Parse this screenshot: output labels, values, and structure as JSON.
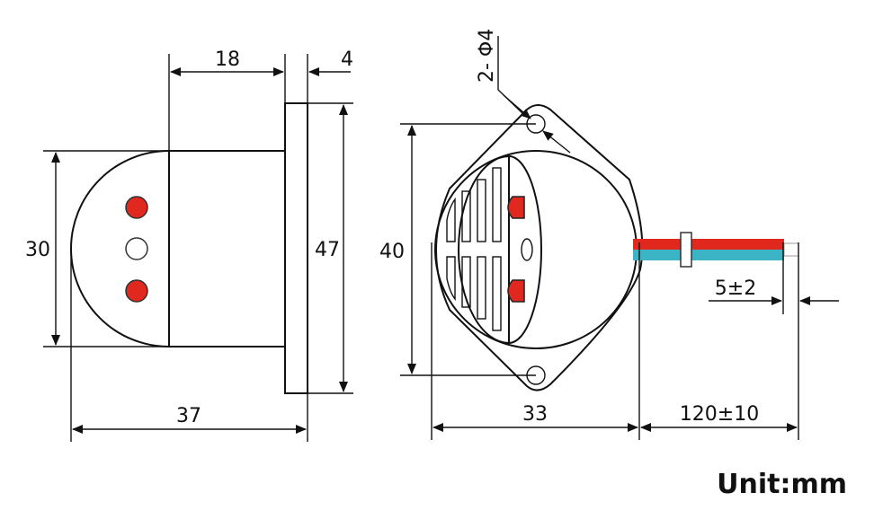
{
  "diagram": {
    "side_view": {
      "dims": {
        "depth_body": "18",
        "flange": "4",
        "height_body": "30",
        "height_flange": "47",
        "total_depth": "37"
      }
    },
    "front_view": {
      "dims": {
        "holes": "2- Φ4",
        "hole_spacing": "40",
        "body_width": "33",
        "wire_length": "120±10",
        "strip_length": "5±2"
      }
    },
    "colors": {
      "led": "#e0281e",
      "wire_red": "#e0281e",
      "wire_blue": "#3bb5c6",
      "line": "#111111"
    },
    "unit_label": "Unit:mm"
  }
}
